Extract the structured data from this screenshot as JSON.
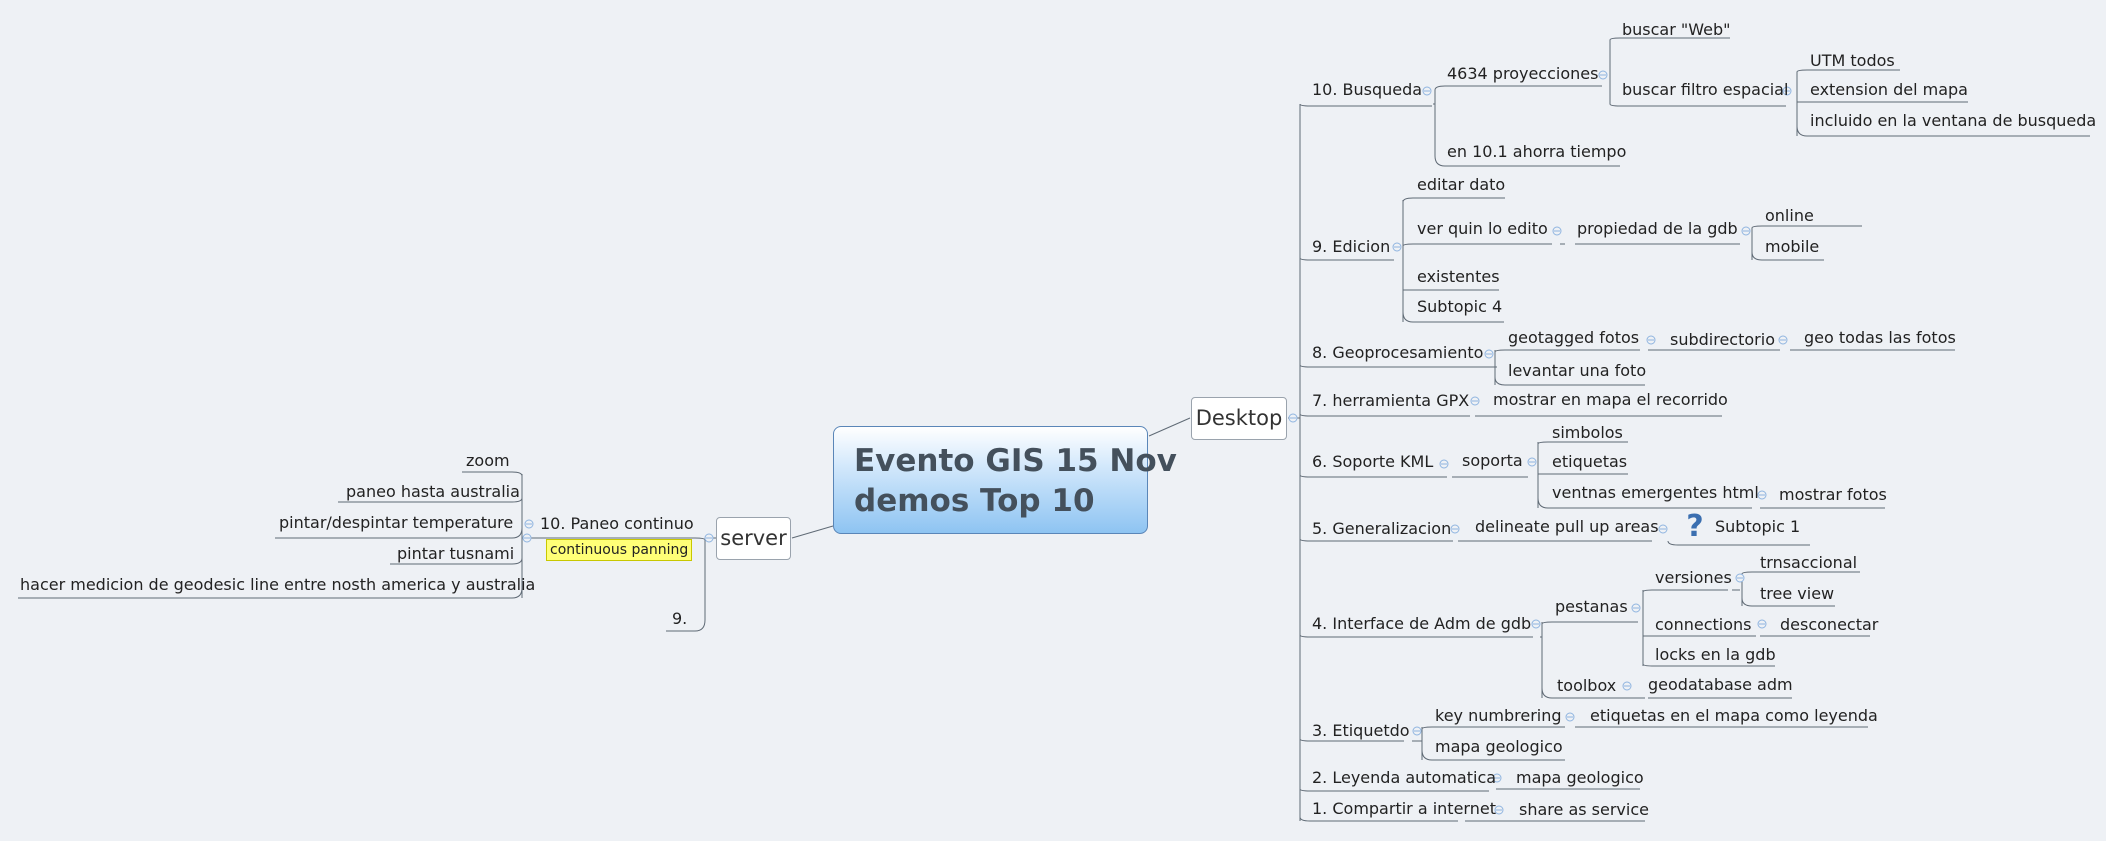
{
  "central": {
    "line1": "Evento GIS 15 Nov",
    "line2": "demos Top 10"
  },
  "desktop": "Desktop",
  "server": "server",
  "busqueda": {
    "label": "10. Busqueda",
    "proyecciones": "4634 proyecciones",
    "web": "buscar \"Web\"",
    "filtro": "buscar filtro espacial",
    "utm": "UTM todos",
    "extension": "extension del mapa",
    "incluido": "incluido en la ventana de busqueda",
    "ahorra": "en 10.1 ahorra tiempo"
  },
  "edicion": {
    "label": "9. Edicion",
    "editar": "editar dato",
    "quien": "ver quin lo edito",
    "propiedad": "propiedad de la gdb",
    "online": "online",
    "mobile": "mobile",
    "existentes": "existentes",
    "subtopic4": "Subtopic 4"
  },
  "geoproc": {
    "label": "8. Geoprocesamiento",
    "geotagged": "geotagged fotos",
    "subdir": "subdirectorio",
    "geotodas": "geo todas las fotos",
    "levantar": "levantar una foto"
  },
  "gpx": {
    "label": "7. herramienta GPX",
    "mostrar": "mostrar en mapa el recorrido"
  },
  "kml": {
    "label": "6. Soporte KML",
    "soporta": "soporta",
    "simbolos": "simbolos",
    "etiquetas": "etiquetas",
    "ventanas": "ventnas emergentes html",
    "fotos": "mostrar fotos"
  },
  "gen": {
    "label": "5. Generalizacion",
    "delineate": "delineate pull up areas",
    "subtopic1": "Subtopic 1"
  },
  "interface": {
    "label": "4. Interface de Adm de gdb",
    "pestanas": "pestanas",
    "versiones": "versiones",
    "trns": "trnsaccional",
    "tree": "tree view",
    "connections": "connections",
    "desconectar": "desconectar",
    "locks": "locks en la gdb",
    "toolbox": "toolbox",
    "geoadm": "geodatabase adm"
  },
  "etiq": {
    "label": "3. Etiquetdo",
    "key": "key numbrering",
    "etiqmapa": "etiquetas en el mapa como leyenda",
    "mapa": "mapa geologico"
  },
  "leyenda": {
    "label": "2. Leyenda automatica",
    "mapa": "mapa geologico"
  },
  "compartir": {
    "label": "1. Compartir a internet",
    "share": "share as service"
  },
  "paneo": {
    "label": "10. Paneo continuo",
    "note": "continuous panning",
    "zoom": "zoom",
    "australia": "paneo hasta australia",
    "pintar": "pintar/despintar  temperature",
    "tusnami": "pintar tusnami",
    "medicion": "hacer medicion de geodesic line entre nosth america y australia"
  },
  "nine": "9.",
  "colors": {
    "line": "#5f6a75",
    "toggle": "#8fb4e0"
  }
}
